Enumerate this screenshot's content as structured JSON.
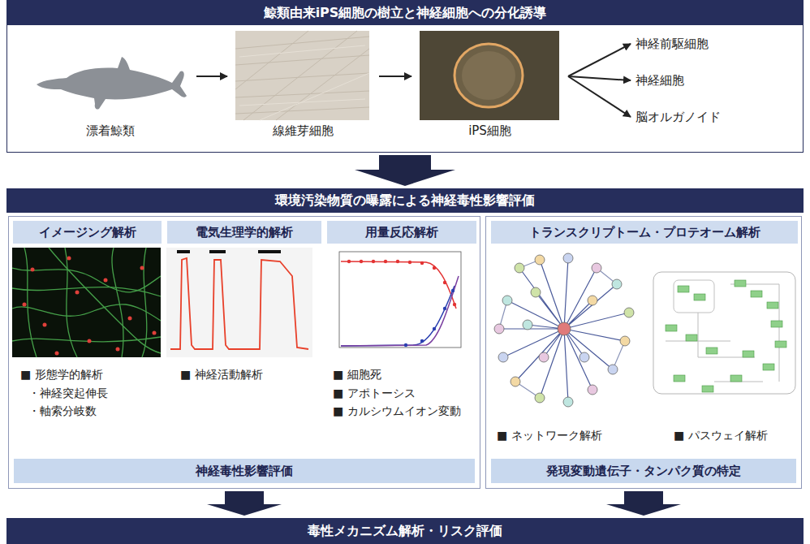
{
  "diagram": {
    "nodes": [
      {
        "text": [
          "鯨類由来iPS細胞の樹立と神経細胞への分化誘導"
        ]
      },
      {
        "text": [
          "漂着鯨類"
        ],
        "in": 0
      },
      {
        "text": [
          "線維芽細胞"
        ],
        "in": 0
      },
      {
        "text": [
          "iPS細胞"
        ],
        "in": 0
      },
      {
        "text": [
          "神経前駆細胞"
        ],
        "in": 0
      },
      {
        "text": [
          "神経細胞"
        ],
        "in": 0
      },
      {
        "text": [
          "脳オルガノイド"
        ],
        "in": 0
      },
      {
        "text": [
          "環境汚染物質の曝露による神経毒性影響評価"
        ]
      },
      {
        "text": [
          "神経毒性影響評価"
        ],
        "in": 7
      },
      {
        "text": [
          "イメージング解析"
        ],
        "in": 8
      },
      {
        "text": [
          "電気生理学的解析"
        ],
        "in": 8
      },
      {
        "text": [
          "用量反応解析"
        ],
        "in": 8
      },
      {
        "text": [
          "発現変動遺伝子・タンパク質の特定"
        ],
        "in": 7
      },
      {
        "text": [
          "トランスクリプトーム・プロテオーム解析"
        ],
        "in": 12
      },
      {
        "text": [
          "毒性メカニズム解析・リスク評価"
        ]
      }
    ],
    "edges": [
      {
        "from": 1,
        "to": 2,
        "arrow": "to"
      },
      {
        "from": 2,
        "to": 3,
        "arrow": "to"
      },
      {
        "from": 3,
        "to": 4,
        "arrow": "to"
      },
      {
        "from": 3,
        "to": 5,
        "arrow": "to"
      },
      {
        "from": 3,
        "to": 6,
        "arrow": "to"
      },
      {
        "from": 0,
        "to": 7,
        "arrow": "to"
      },
      {
        "from": 8,
        "to": 14,
        "arrow": "to"
      },
      {
        "from": 12,
        "to": 14,
        "arrow": "to"
      }
    ],
    "labels": [
      "■ 形態学的解析",
      "・神経突起伸長",
      "・軸索分岐数",
      "■ 神経活動解析",
      "■ 細胞死",
      "■ アポトーシス",
      "■ カルシウムイオン変動",
      "■ ネットワーク解析",
      "■ パスウェイ解析"
    ]
  }
}
